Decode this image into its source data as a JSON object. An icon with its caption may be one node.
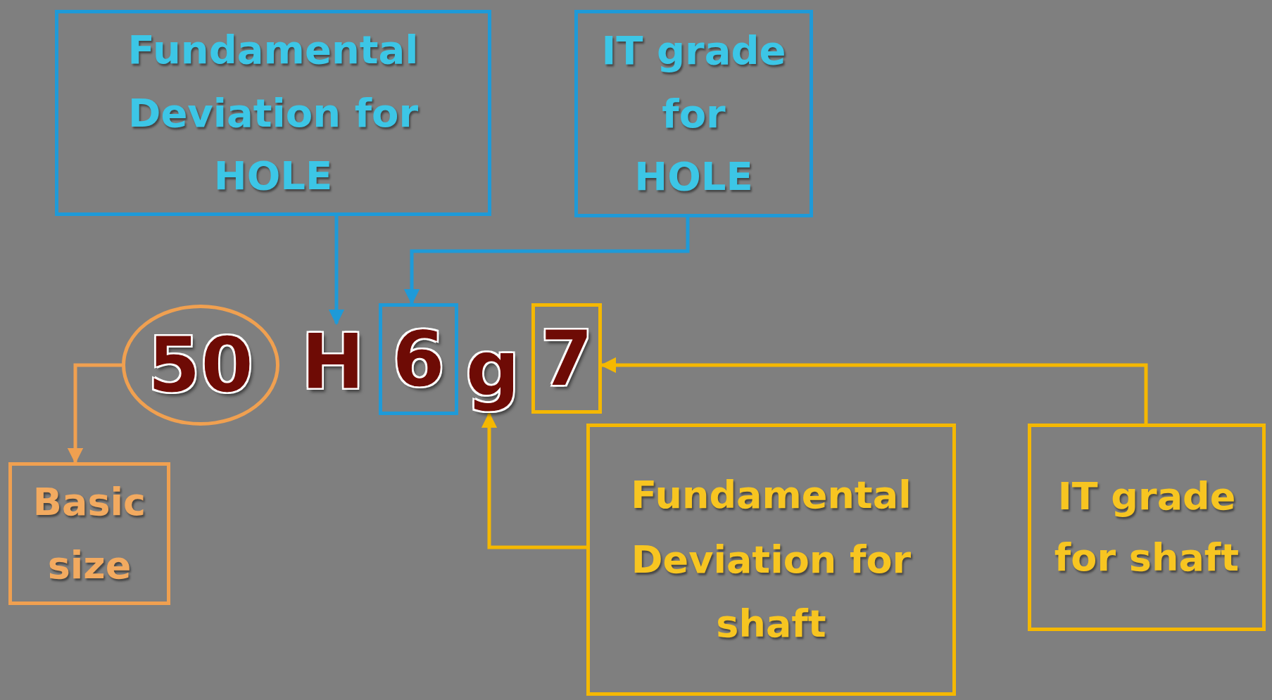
{
  "diagram": {
    "nodes": [
      {
        "text": [
          "Fundamental Deviation for HOLE"
        ]
      },
      {
        "text": [
          "IT grade for HOLE"
        ]
      },
      {
        "text": [
          "50"
        ]
      },
      {
        "text": [
          "H"
        ]
      },
      {
        "text": [
          "6"
        ]
      },
      {
        "text": [
          "g"
        ]
      },
      {
        "text": [
          "7"
        ]
      },
      {
        "text": [
          "Basic size"
        ]
      },
      {
        "text": [
          "Fundamental Deviation for shaft"
        ]
      },
      {
        "text": [
          "IT grade for shaft"
        ]
      }
    ],
    "edges": [
      {
        "from": 0,
        "to": 3,
        "arrow": "to",
        "color": "#1e9ad8"
      },
      {
        "from": 1,
        "to": 4,
        "arrow": "to",
        "color": "#1e9ad8"
      },
      {
        "from": 2,
        "to": 7,
        "arrow": "to",
        "color": "#f0a050"
      },
      {
        "from": 8,
        "to": 5,
        "arrow": "to",
        "color": "#f5b800"
      },
      {
        "from": 9,
        "to": 6,
        "arrow": "to",
        "color": "#f5b800"
      }
    ]
  }
}
